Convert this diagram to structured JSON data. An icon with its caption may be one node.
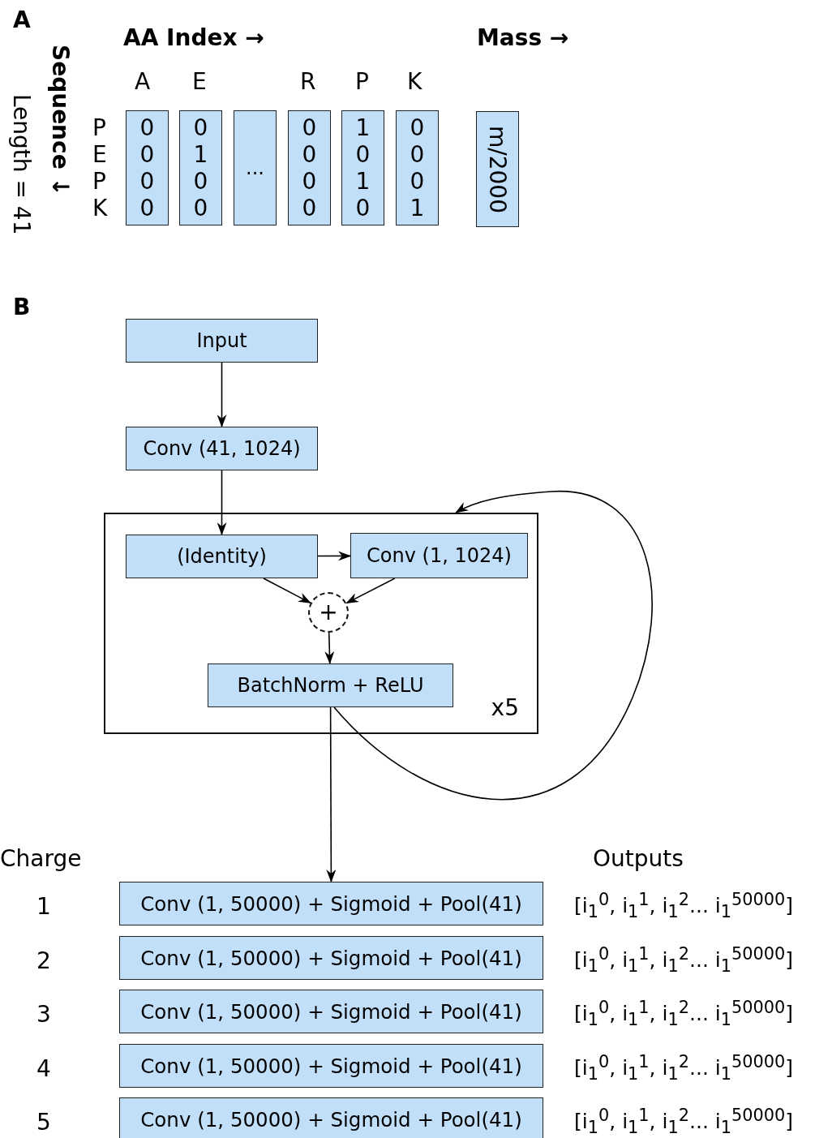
{
  "diagram": {
    "nodes": [
      {
        "text": [
          "0 0 0 0"
        ]
      },
      {
        "text": [
          "0 1 0 0"
        ]
      },
      {
        "text": [
          "..."
        ]
      },
      {
        "text": [
          "0 0 0 0"
        ]
      },
      {
        "text": [
          "1 0 1 0"
        ]
      },
      {
        "text": [
          "0 0 0 1"
        ]
      },
      {
        "text": [
          "m/2000"
        ]
      },
      {
        "text": [
          "Input"
        ]
      },
      {
        "text": [
          "Conv (41, 1024)"
        ]
      },
      {
        "text": [
          "x5"
        ]
      },
      {
        "text": [
          "(Identity)"
        ],
        "in": 9
      },
      {
        "text": [
          "Conv (1, 1024)"
        ],
        "in": 9
      },
      {
        "text": [
          "+"
        ],
        "in": 9
      },
      {
        "text": [
          "BatchNorm + ReLU"
        ],
        "in": 9
      },
      {
        "text": [
          "Conv (1, 50000) + Sigmoid + Pool(41)"
        ]
      },
      {
        "text": [
          "Conv (1, 50000) + Sigmoid + Pool(41)"
        ]
      },
      {
        "text": [
          "Conv (1, 50000) + Sigmoid + Pool(41)"
        ]
      },
      {
        "text": [
          "Conv (1, 50000) + Sigmoid + Pool(41)"
        ]
      },
      {
        "text": [
          "Conv (1, 50000) + Sigmoid + Pool(41)"
        ]
      }
    ],
    "edges": [
      {
        "from": 7,
        "to": 8,
        "arrow": "to"
      },
      {
        "from": 8,
        "to": 10,
        "arrow": "to"
      },
      {
        "from": 10,
        "to": 11,
        "arrow": "to"
      },
      {
        "from": 10,
        "to": 12,
        "arrow": "to"
      },
      {
        "from": 11,
        "to": 12,
        "arrow": "to"
      },
      {
        "from": 12,
        "to": 13,
        "arrow": "to"
      },
      {
        "from": 13,
        "to": 14,
        "arrow": "to"
      },
      {
        "from": 13,
        "to": 9,
        "arrow": "to"
      }
    ],
    "labels": [
      "A",
      "Length = 41",
      "Sequence ↓",
      "AA Index →",
      "Mass →",
      "A",
      "E",
      "R",
      "P",
      "K",
      "P",
      "E",
      "P",
      "K",
      "B",
      "Charge",
      "Outputs",
      "1",
      "[i$_{1}$$^{0}$, i$_{1}$$^{1}$, i$_{1}$$^{2}$... i$_{1}$$^{50000}$]",
      "2",
      "[i$_{1}$$^{0}$, i$_{1}$$^{1}$, i$_{1}$$^{2}$... i$_{1}$$^{50000}$]",
      "3",
      "[i$_{1}$$^{0}$, i$_{1}$$^{1}$, i$_{1}$$^{2}$... i$_{1}$$^{50000}$]",
      "4",
      "[i$_{1}$$^{0}$, i$_{1}$$^{1}$, i$_{1}$$^{2}$... i$_{1}$$^{50000}$]",
      "5",
      "[i$_{1}$$^{0}$, i$_{1}$$^{1}$, i$_{1}$$^{2}$... i$_{1}$$^{50000}$]"
    ]
  }
}
